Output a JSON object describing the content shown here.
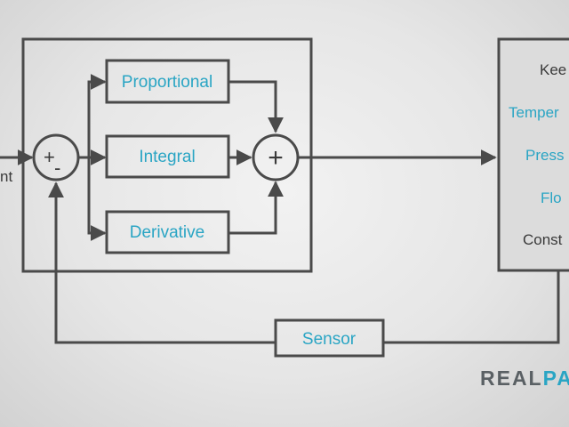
{
  "input_label": "nt",
  "blocks": {
    "proportional": "Proportional",
    "integral": "Integral",
    "derivative": "Derivative",
    "sensor": "Sensor"
  },
  "summing_junction": {
    "plus_sign": "+",
    "minus_sign": "-"
  },
  "output_sum_sign": "+",
  "process_panel": {
    "lines": [
      "Kee",
      "Temper",
      "Press",
      "Flo",
      "Const"
    ]
  },
  "watermark": {
    "part1": "REAL",
    "part2": "PA"
  },
  "colors": {
    "accent": "#2aa5c4",
    "line": "#4a4a4a",
    "panel": "#dcdcdc"
  }
}
